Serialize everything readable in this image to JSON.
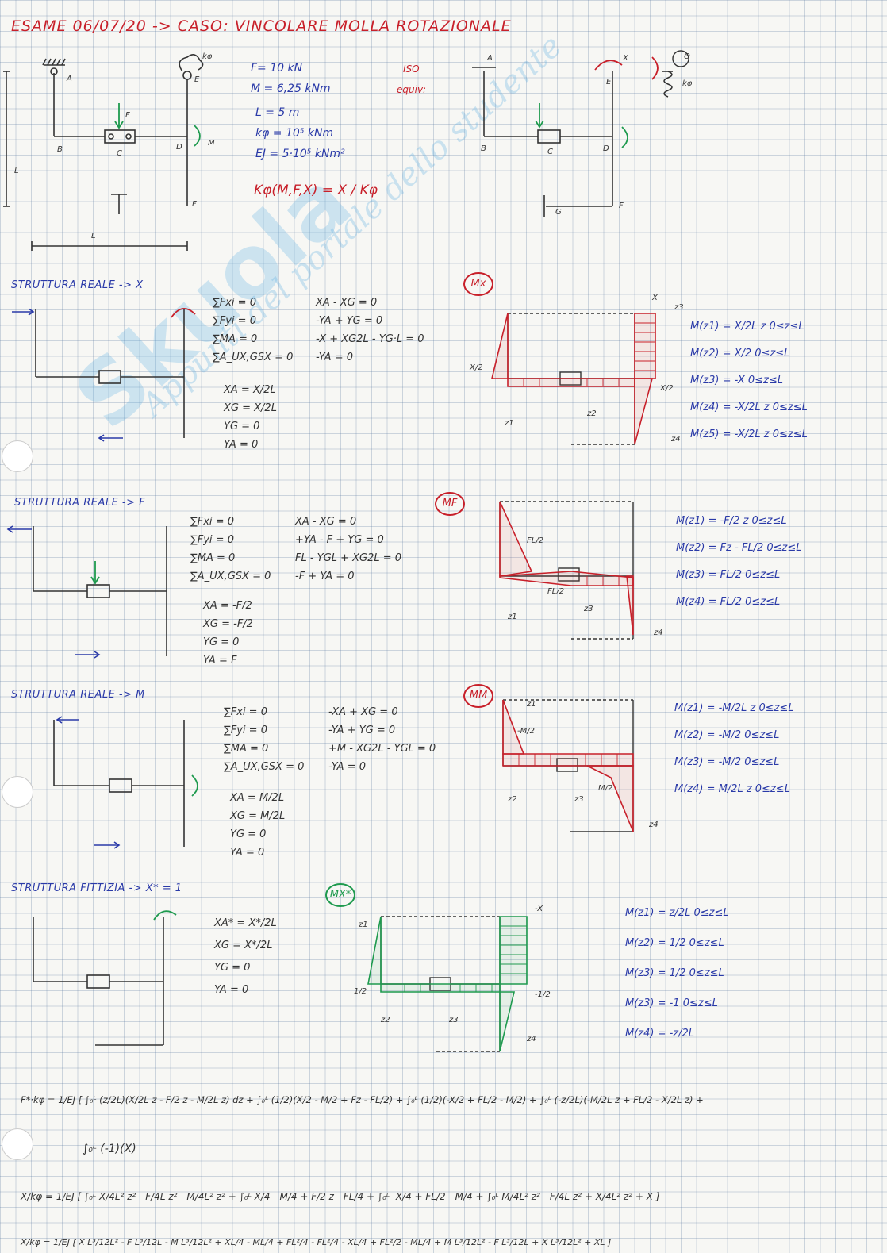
{
  "page": {
    "title": "ESAME 06/07/20 -> CASO: VINCOLARE MOLLA ROTAZIONALE",
    "watermark": "Skuola",
    "watermark_sub": "Appunti del portale dello studente",
    "iso_label": "ISO",
    "equiv_label": "equiv:"
  },
  "data": {
    "F": "F= 10 kN",
    "M": "M = 6,25 kNm",
    "L": "L = 5 m",
    "kphi": "kφ = 10⁵ kNm",
    "EJ": "EJ = 5·10⁵ kNm²",
    "relation": "Kφ(M,F,X) = X / Kφ"
  },
  "frame_labels": {
    "A": "A",
    "B": "B",
    "C": "C",
    "D": "D",
    "E": "E",
    "F": "F",
    "G": "G",
    "L": "L",
    "kphi": "kφ",
    "F_load": "F",
    "M_load": "M",
    "X": "X",
    "theta": "Θ"
  },
  "section_x": {
    "title": "STRUTTURA REALE -> X",
    "tag": "Mx",
    "equilibrium": [
      "∑Fxi = 0",
      "∑Fyi = 0",
      "∑MA = 0",
      "∑A_UX,GSX = 0"
    ],
    "equations": [
      "XA - XG = 0",
      "-YA + YG = 0",
      "-X + XG2L - YG·L = 0",
      "-YA = 0"
    ],
    "solution": [
      "XA = X/2L",
      "XG = X/2L",
      "YG = 0",
      "YA = 0"
    ],
    "moments": [
      "M(z1) = X/2L z   0≤z≤L",
      "M(z2) = X/2   0≤z≤L",
      "M(z3) = -X   0≤z≤L",
      "M(z4) = -X/2L z   0≤z≤L",
      "M(z5) = -X/2L z   0≤z≤L"
    ],
    "diagram_labels": [
      "X/2",
      "X/2",
      "X",
      "z1",
      "z2",
      "z3",
      "z4"
    ]
  },
  "section_f": {
    "title": "STRUTTURA REALE -> F",
    "tag": "MF",
    "equilibrium": [
      "∑Fxi = 0",
      "∑Fyi = 0",
      "∑MA = 0",
      "∑A_UX,GSX = 0"
    ],
    "equations": [
      "XA - XG = 0",
      "+YA - F + YG = 0",
      "FL - YGL + XG2L = 0",
      "-F + YA = 0"
    ],
    "solution": [
      "XA = -F/2",
      "XG = -F/2",
      "YG = 0",
      "YA = F"
    ],
    "moments": [
      "M(z1) = -F/2 z   0≤z≤L",
      "M(z2) = Fz - FL/2   0≤z≤L",
      "M(z3) = FL/2   0≤z≤L",
      "M(z4) = FL/2   0≤z≤L"
    ],
    "diagram_labels": [
      "FL/2",
      "FL/2",
      "z1",
      "z3",
      "z4"
    ]
  },
  "section_m": {
    "title": "STRUTTURA REALE -> M",
    "tag": "MM",
    "equilibrium": [
      "∑Fxi = 0",
      "∑Fyi = 0",
      "∑MA = 0",
      "∑A_UX,GSX = 0"
    ],
    "equations": [
      "-XA + XG = 0",
      "-YA + YG = 0",
      "+M - XG2L - YGL = 0",
      "-YA = 0"
    ],
    "solution": [
      "XA = M/2L",
      "XG = M/2L",
      "YG = 0",
      "YA = 0"
    ],
    "moments": [
      "M(z1) = -M/2L z   0≤z≤L",
      "M(z2) = -M/2   0≤z≤L",
      "M(z3) = -M/2   0≤z≤L",
      "M(z4) = M/2L z   0≤z≤L"
    ],
    "diagram_labels": [
      "-M/2",
      "M/2",
      "z1",
      "z2",
      "z3",
      "z4"
    ]
  },
  "section_fict": {
    "title": "STRUTTURA FITTIZIA -> X* = 1",
    "tag": "MX*",
    "solution": [
      "XA* = X*/2L",
      "XG = X*/2L",
      "YG = 0",
      "YA = 0"
    ],
    "moments": [
      "M(z1) = z/2L   0≤z≤L",
      "M(z2) = 1/2   0≤z≤L",
      "M(z3) = 1/2   0≤z≤L",
      "M(z3) = -1   0≤z≤L",
      "M(z4) = -z/2L"
    ],
    "diagram_labels": [
      "1/2",
      "-1/2",
      "-X",
      "z1",
      "z2",
      "z3",
      "z4"
    ]
  },
  "formulas": {
    "line1": "F*·kφ = 1/EJ [ ∫₀ᴸ (z/2L)(X/2L z - F/2 z - M/2L z) dz + ∫₀ᴸ (1/2)(X/2 - M/2 + Fz - FL/2) + ∫₀ᴸ (1/2)(-X/2 + FL/2 - M/2) + ∫₀ᴸ (-z/2L)(-M/2L z + FL/2 - X/2L z) +",
    "line2": "∫₀ᴸ (-1)(X)",
    "line3": "X/kφ = 1/EJ [ ∫₀ᴸ X/4L² z² - F/4L z² - M/4L² z² + ∫₀ᴸ X/4 - M/4 + F/2 z - FL/4 + ∫₀ᴸ -X/4 + FL/2 - M/4 + ∫₀ᴸ M/4L² z² - F/4L z² + X/4L² z² + X ]",
    "line4": "X/kφ = 1/EJ [ X L³/12L² - F L³/12L - M L³/12L² + XL/4 - ML/4 + FL²/4 - FL²/4 - XL/4 + FL²/2 - ML/4 + M L³/12L² - F L³/12L + X L³/12L² + XL ]"
  }
}
